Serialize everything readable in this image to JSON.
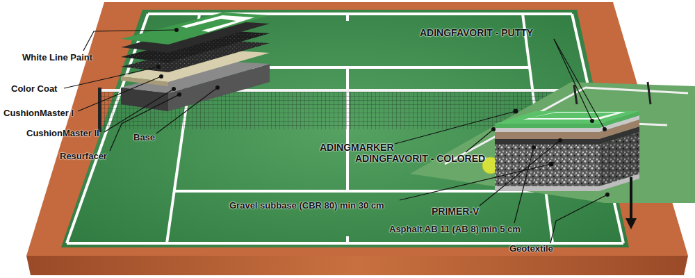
{
  "diagram": {
    "labels": [
      "White Line Paint",
      "Color Coat",
      "CushionMaster I",
      "CushionMaster II",
      "Resurfacer",
      "Base",
      "ADINGFAVORIT - PUTTY",
      "ADINGMARKER",
      "ADINGFAVORIT - COLORED",
      "Gravel subbase (CBR 80) min 30 cm",
      "PRIMER-V",
      "Asphalt AB 11 (AB 8) min 5 cm",
      "Geotextile"
    ]
  }
}
